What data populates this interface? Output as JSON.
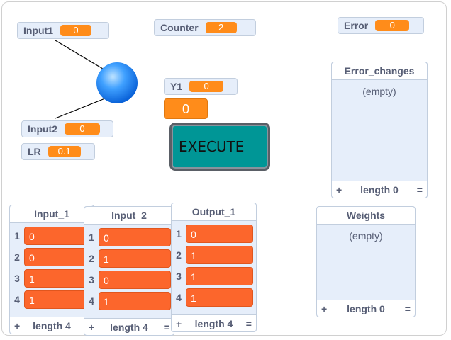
{
  "monitors": {
    "input1": {
      "label": "Input1",
      "value": "0"
    },
    "counter": {
      "label": "Counter",
      "value": "2"
    },
    "error": {
      "label": "Error",
      "value": "0"
    },
    "y1": {
      "label": "Y1",
      "value": "0"
    },
    "y1_big": "0",
    "input2": {
      "label": "Input2",
      "value": "0"
    },
    "lr": {
      "label": "LR",
      "value": "0.1"
    }
  },
  "execute_button": "EXECUTE",
  "lists": {
    "error_changes": {
      "title": "Error_changes",
      "empty_text": "(empty)",
      "add": "+",
      "length": "length 0",
      "resize": "="
    },
    "weights": {
      "title": "Weights",
      "empty_text": "(empty)",
      "add": "+",
      "length": "length 0",
      "resize": "="
    },
    "input_1": {
      "title": "Input_1",
      "items": [
        {
          "index": "1",
          "value": "0"
        },
        {
          "index": "2",
          "value": "0"
        },
        {
          "index": "3",
          "value": "1"
        },
        {
          "index": "4",
          "value": "1"
        }
      ],
      "add": "+",
      "length": "length 4",
      "resize": "="
    },
    "input_2": {
      "title": "Input_2",
      "items": [
        {
          "index": "1",
          "value": "0"
        },
        {
          "index": "2",
          "value": "1"
        },
        {
          "index": "3",
          "value": "0"
        },
        {
          "index": "4",
          "value": "1"
        }
      ],
      "add": "+",
      "length": "length 4",
      "resize": "="
    },
    "output_1": {
      "title": "Output_1",
      "items": [
        {
          "index": "1",
          "value": "0"
        },
        {
          "index": "2",
          "value": "1"
        },
        {
          "index": "3",
          "value": "1"
        },
        {
          "index": "4",
          "value": "1"
        }
      ],
      "add": "+",
      "length": "length 4",
      "resize": "="
    }
  },
  "colors": {
    "value_orange": "#ff8c1a",
    "list_cell": "#fc662c",
    "execute_teal": "#009696",
    "sphere": "#1e90ff"
  }
}
